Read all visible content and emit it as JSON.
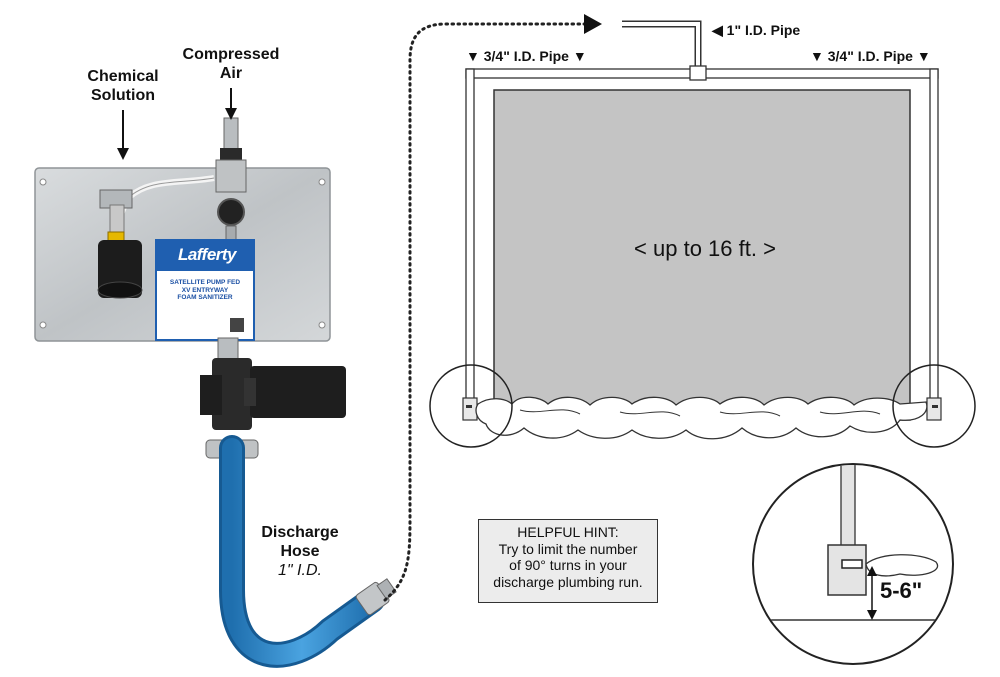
{
  "labels": {
    "chemical_solution": [
      "Chemical",
      "Solution"
    ],
    "compressed_air": [
      "Compressed",
      "Air"
    ],
    "discharge_hose": [
      "Discharge",
      "Hose"
    ],
    "discharge_hose_size": "1\" I.D.",
    "pipe_1in": "◀ 1\" I.D. Pipe",
    "pipe_34_left": "▼ 3/4\" I.D. Pipe ▼",
    "pipe_34_right": "▼ 3/4\" I.D. Pipe ▼",
    "span": "< up to 16 ft. >",
    "nozzle_height": "5-6\""
  },
  "panel": {
    "brand": "Lafferty",
    "product_lines": [
      "SATELLITE PUMP FED",
      "XV ENTRYWAY",
      "FOAM SANITIZER"
    ]
  },
  "hint": {
    "title": "HELPFUL HINT:",
    "lines": [
      "Try to limit the number",
      "of 90° turns in your",
      "discharge plumbing run."
    ]
  },
  "colors": {
    "hose_blue": "#2f86c8",
    "panel_steel": "#c9ccce",
    "label_blue": "#1f5fb0",
    "doorway_gray": "#c4c4c4"
  }
}
